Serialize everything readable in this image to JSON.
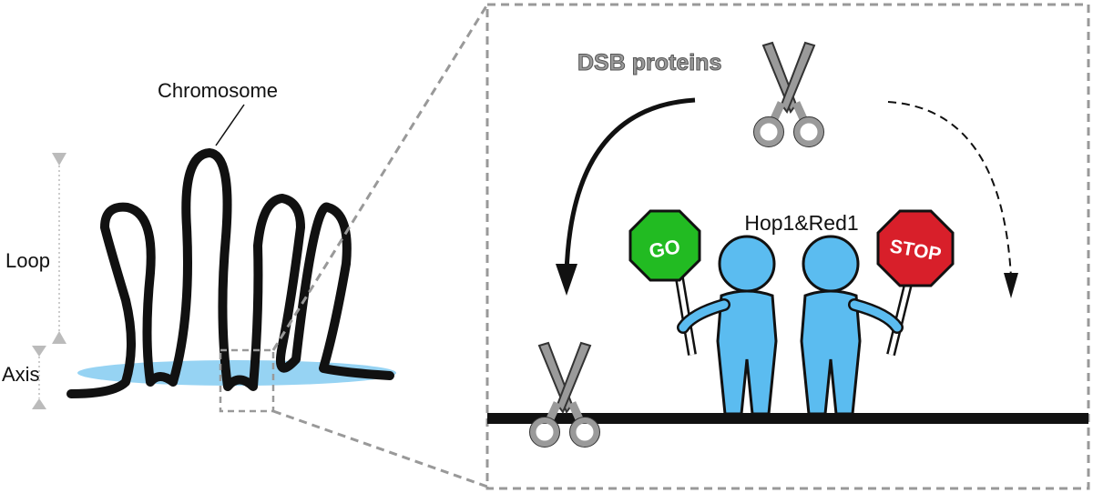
{
  "labels": {
    "chromosome": "Chromosome",
    "loop": "Loop",
    "axis": "Axis",
    "dsb_proteins": "DSB proteins",
    "hop1_red1": "Hop1&Red1",
    "go_sign": "GO",
    "stop_sign": "STOP"
  },
  "colors": {
    "go": "#22bb22",
    "stop": "#d81f2a",
    "person": "#5bbcf0",
    "axis_smear": "#7cc8f0",
    "scissors": "#9a9a9a",
    "dashed": "#999999"
  }
}
